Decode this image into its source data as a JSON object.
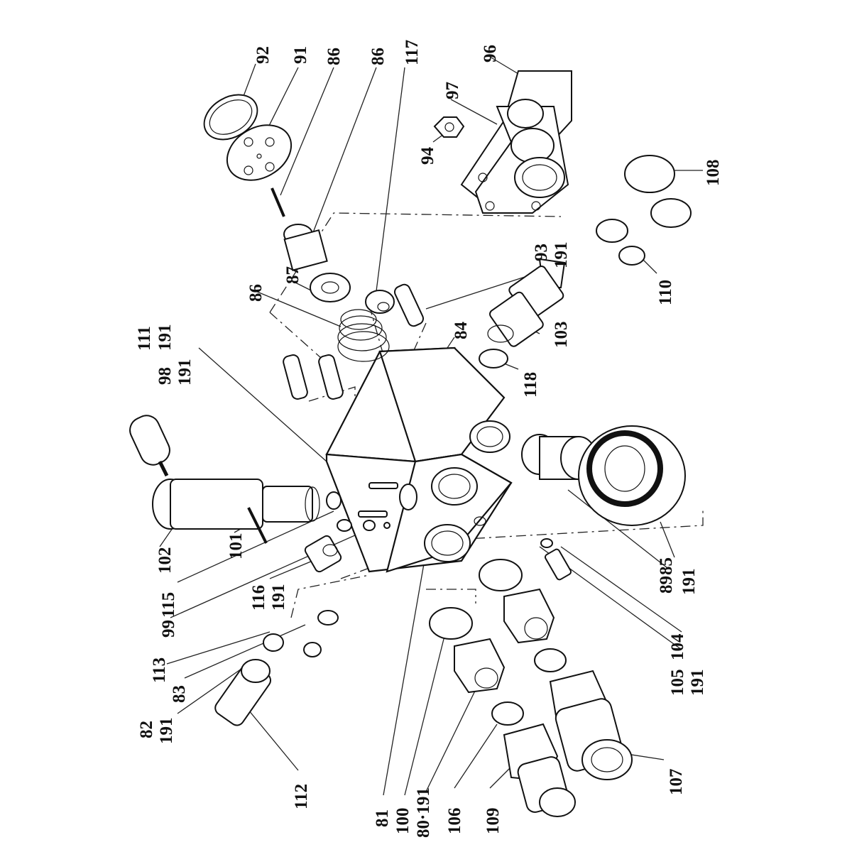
{
  "labels": [
    {
      "id": "92",
      "text": "92"
    },
    {
      "id": "91",
      "text": "91"
    },
    {
      "id": "86a",
      "text": "86"
    },
    {
      "id": "86b",
      "text": "86"
    },
    {
      "id": "117",
      "text": "117"
    },
    {
      "id": "96",
      "text": "96"
    },
    {
      "id": "97",
      "text": "97"
    },
    {
      "id": "94",
      "text": "94"
    },
    {
      "id": "108",
      "text": "108"
    },
    {
      "id": "87",
      "text": "87"
    },
    {
      "id": "86c",
      "text": "86"
    },
    {
      "id": "93",
      "text": "93"
    },
    {
      "id": "191a",
      "text": "191"
    },
    {
      "id": "110",
      "text": "110"
    },
    {
      "id": "111",
      "text": "111"
    },
    {
      "id": "191b",
      "text": "191"
    },
    {
      "id": "98",
      "text": "98"
    },
    {
      "id": "191c",
      "text": "191"
    },
    {
      "id": "84",
      "text": "84"
    },
    {
      "id": "103",
      "text": "103"
    },
    {
      "id": "118",
      "text": "118"
    },
    {
      "id": "102",
      "text": "102"
    },
    {
      "id": "101",
      "text": "101"
    },
    {
      "id": "115",
      "text": "115"
    },
    {
      "id": "116",
      "text": "116"
    },
    {
      "id": "191d",
      "text": "191"
    },
    {
      "id": "99",
      "text": "99"
    },
    {
      "id": "89",
      "text": "89"
    },
    {
      "id": "85",
      "text": "85"
    },
    {
      "id": "191e",
      "text": "191"
    },
    {
      "id": "113",
      "text": "113"
    },
    {
      "id": "83",
      "text": "83"
    },
    {
      "id": "104",
      "text": "104"
    },
    {
      "id": "105",
      "text": "105"
    },
    {
      "id": "191f",
      "text": "191"
    },
    {
      "id": "82",
      "text": "82"
    },
    {
      "id": "191g",
      "text": "191"
    },
    {
      "id": "112",
      "text": "112"
    },
    {
      "id": "81",
      "text": "81"
    },
    {
      "id": "100",
      "text": "100"
    },
    {
      "id": "80",
      "text": "80·191"
    },
    {
      "id": "106",
      "text": "106"
    },
    {
      "id": "109",
      "text": "109"
    },
    {
      "id": "107",
      "text": "107"
    }
  ]
}
